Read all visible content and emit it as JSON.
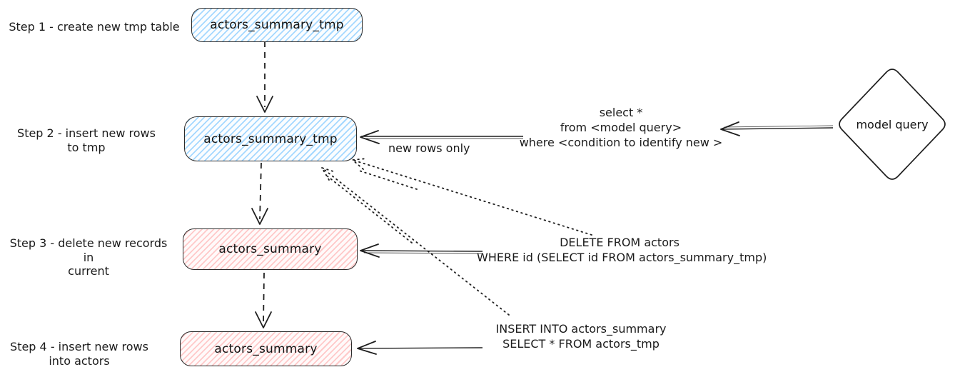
{
  "steps": [
    {
      "label_lines": [
        "Step 1 - create new tmp table"
      ],
      "node_label": "actors_summary_tmp",
      "fill": "blue"
    },
    {
      "label_lines": [
        "Step 2 - insert new rows",
        "to tmp"
      ],
      "node_label": "actors_summary_tmp",
      "fill": "blue"
    },
    {
      "label_lines": [
        "Step 3 - delete new records in",
        "current"
      ],
      "node_label": "actors_summary",
      "fill": "red"
    },
    {
      "label_lines": [
        "Step 4 - insert new rows",
        "into actors"
      ],
      "node_label": "actors_summary",
      "fill": "red"
    }
  ],
  "model_query": {
    "label": "model query"
  },
  "annotations": {
    "select_query": [
      "select *",
      "from <model query>",
      "where <condition to identify new >"
    ],
    "new_rows_only": "new rows only",
    "delete_sql": [
      "DELETE FROM actors",
      "WHERE id (SELECT id FROM actors_summary_tmp)"
    ],
    "insert_sql": [
      "INSERT INTO actors_summary",
      "SELECT * FROM actors_tmp"
    ]
  },
  "colors": {
    "stroke": "#1e1e1e",
    "blue_fill": "#a5d8ff",
    "red_fill": "#ffc9c9",
    "background": "#ffffff"
  }
}
